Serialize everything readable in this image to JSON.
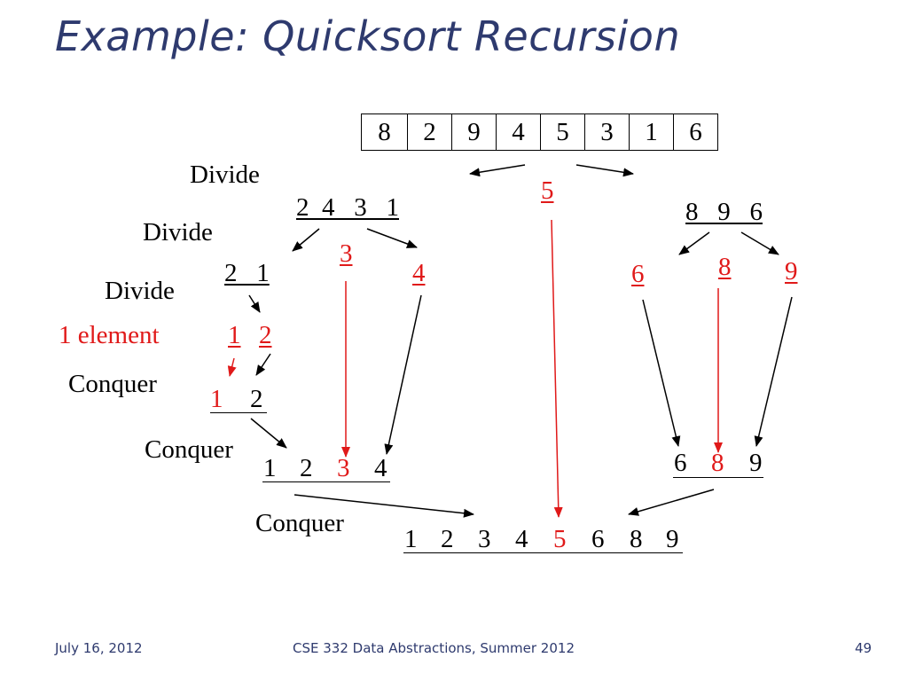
{
  "title": "Example: Quicksort Recursion",
  "array": [
    "8",
    "2",
    "9",
    "4",
    "5",
    "3",
    "1",
    "6"
  ],
  "labels": {
    "divide": "Divide",
    "one_element": "1 element",
    "conquer": "Conquer"
  },
  "left": {
    "seq": "2  4   3   1",
    "pivot": "3",
    "sub_left": "2   1",
    "sub_right": "4",
    "singles": [
      "1",
      "2"
    ],
    "conquer_small_a": "1",
    "conquer_small_b": "2",
    "merged": [
      "1",
      "2",
      "3",
      "4"
    ]
  },
  "pivot_top": "5",
  "right": {
    "seq": "8   9   6",
    "left": "6",
    "pivot": "8",
    "right": "9",
    "merged": [
      "6",
      "8",
      "9"
    ]
  },
  "final": [
    "1",
    "2",
    "3",
    "4",
    "5",
    "6",
    "8",
    "9"
  ],
  "footer": {
    "date": "July 16, 2012",
    "course": "CSE 332 Data Abstractions, Summer 2012",
    "page": "49"
  }
}
